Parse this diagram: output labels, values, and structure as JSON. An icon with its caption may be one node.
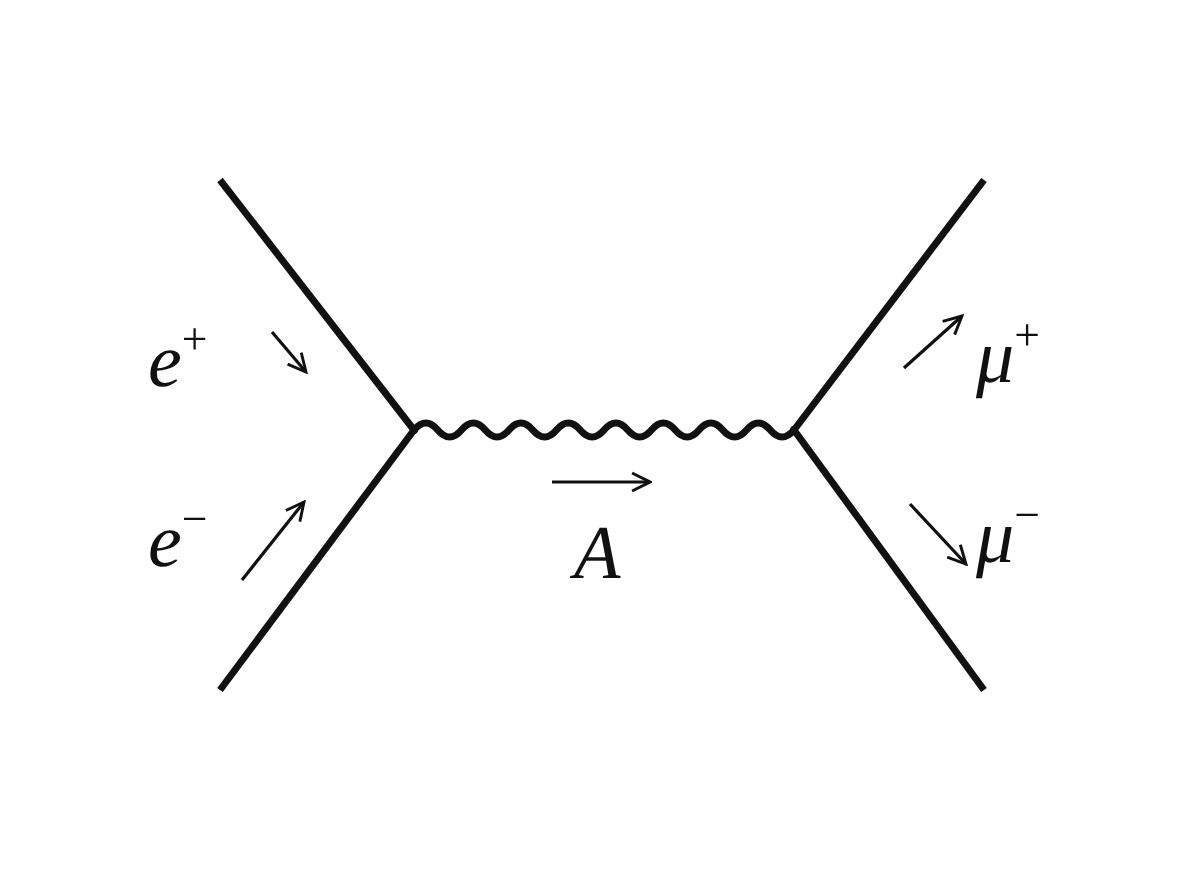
{
  "diagram": {
    "nodes": [
      {
        "text": [],
        "shape": "point"
      },
      {
        "text": [],
        "shape": "point"
      }
    ],
    "edges": [
      {
        "from": null,
        "to": 0,
        "arrow": "none",
        "label": "e$^{+}$"
      },
      {
        "from": null,
        "to": 0,
        "arrow": "none",
        "label": "e$^{−}$"
      },
      {
        "from": 0,
        "to": 1,
        "arrow": "none",
        "label": "A"
      },
      {
        "from": 1,
        "to": null,
        "arrow": "none",
        "label": "μ$^{+}$"
      },
      {
        "from": 1,
        "to": null,
        "arrow": "none",
        "label": "μ$^{−}$"
      }
    ]
  }
}
